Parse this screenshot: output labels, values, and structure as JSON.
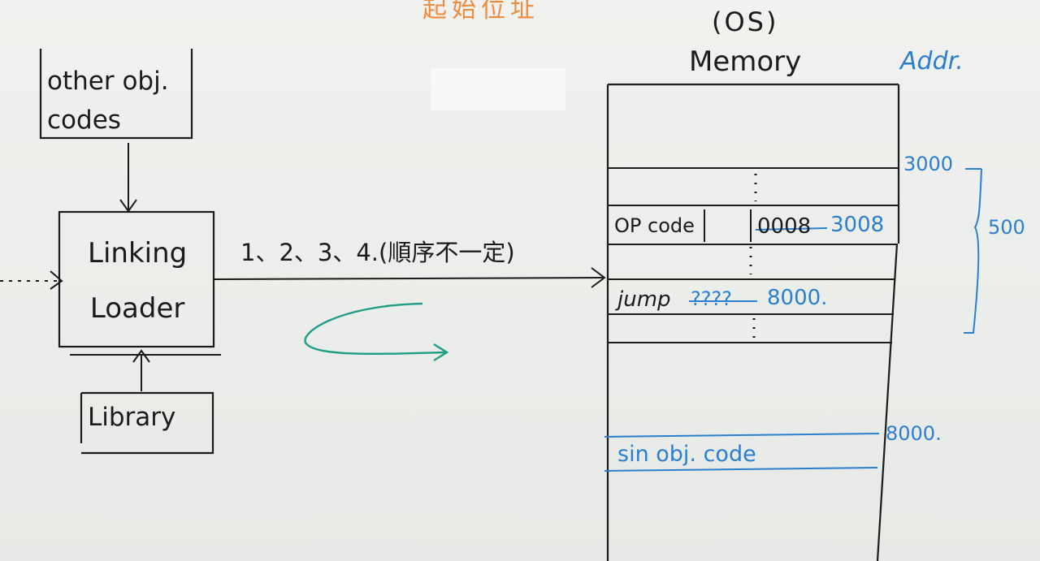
{
  "top_heading_partial": "起始位址",
  "os_label": "(OS)",
  "memory_label": "Memory",
  "addr_label": "Addr.",
  "other_obj_codes": "other obj.\ncodes",
  "linking_loader": "Linking\nLoader",
  "library": "Library",
  "steps": "1、2、3、4.(順序不一定)",
  "memory": {
    "opcode": "OP code",
    "opcode_struck": "0008",
    "opcode_new": "3008",
    "jump": "jump",
    "jump_struck": "????",
    "jump_new": "8000.",
    "sin_code": "sin obj. code"
  },
  "addresses": {
    "start": "3000",
    "size": "500",
    "sin": "8000."
  },
  "colors": {
    "ink": "#1b1b1b",
    "blue": "#2a7fd0",
    "green": "#1f9d86",
    "orange": "#f08a3c"
  }
}
